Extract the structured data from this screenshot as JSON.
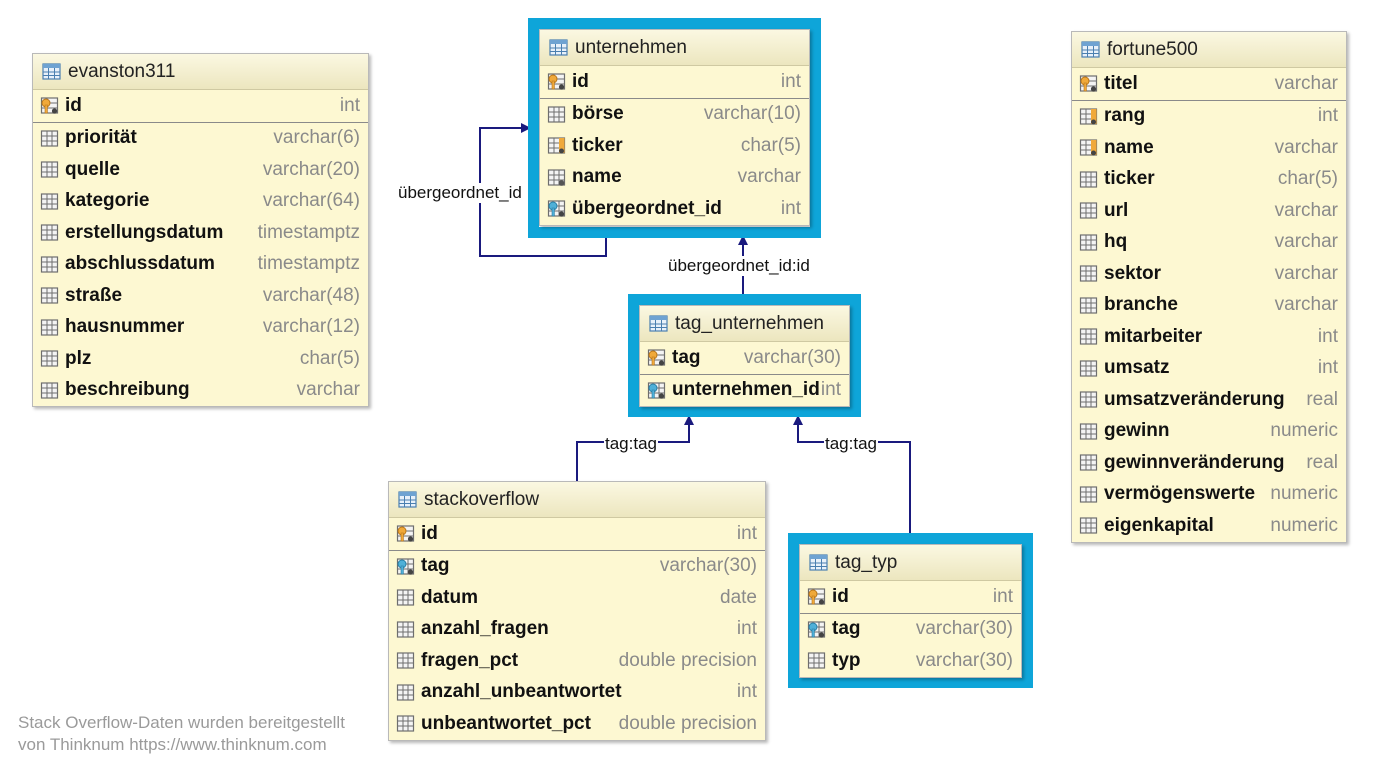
{
  "tables": {
    "evanston311": {
      "title": "evanston311",
      "highlighted": false,
      "columns": [
        {
          "name": "id",
          "type": "int",
          "icon": "primary-key-icon",
          "separator": true
        },
        {
          "name": "priorität",
          "type": "varchar(6)",
          "icon": "column-icon"
        },
        {
          "name": "quelle",
          "type": "varchar(20)",
          "icon": "column-icon"
        },
        {
          "name": "kategorie",
          "type": "varchar(64)",
          "icon": "column-icon"
        },
        {
          "name": "erstellungsdatum",
          "type": "timestamptz",
          "icon": "column-icon"
        },
        {
          "name": "abschlussdatum",
          "type": "timestamptz",
          "icon": "column-icon"
        },
        {
          "name": "straße",
          "type": "varchar(48)",
          "icon": "column-icon"
        },
        {
          "name": "hausnummer",
          "type": "varchar(12)",
          "icon": "column-icon"
        },
        {
          "name": "plz",
          "type": "char(5)",
          "icon": "column-icon"
        },
        {
          "name": "beschreibung",
          "type": "varchar",
          "icon": "column-icon"
        }
      ]
    },
    "unternehmen": {
      "title": "unternehmen",
      "highlighted": true,
      "columns": [
        {
          "name": "id",
          "type": "int",
          "icon": "primary-key-icon",
          "separator": true
        },
        {
          "name": "börse",
          "type": "varchar(10)",
          "icon": "column-icon"
        },
        {
          "name": "ticker",
          "type": "char(5)",
          "icon": "unique-column-icon"
        },
        {
          "name": "name",
          "type": "varchar",
          "icon": "not-null-column-icon"
        },
        {
          "name": "übergeordnet_id",
          "type": "int",
          "icon": "foreign-key-icon"
        }
      ]
    },
    "tag_unternehmen": {
      "title": "tag_unternehmen",
      "highlighted": true,
      "columns": [
        {
          "name": "tag",
          "type": "varchar(30)",
          "icon": "primary-key-icon",
          "separator": true
        },
        {
          "name": "unternehmen_id",
          "type": "int",
          "icon": "foreign-key-icon"
        }
      ]
    },
    "stackoverflow": {
      "title": "stackoverflow",
      "highlighted": false,
      "columns": [
        {
          "name": "id",
          "type": "int",
          "icon": "primary-key-icon",
          "separator": true
        },
        {
          "name": "tag",
          "type": "varchar(30)",
          "icon": "foreign-key-icon"
        },
        {
          "name": "datum",
          "type": "date",
          "icon": "column-icon"
        },
        {
          "name": "anzahl_fragen",
          "type": "int",
          "icon": "column-icon"
        },
        {
          "name": "fragen_pct",
          "type": "double precision",
          "icon": "column-icon"
        },
        {
          "name": "anzahl_unbeantwortet",
          "type": "int",
          "icon": "column-icon"
        },
        {
          "name": "unbeantwortet_pct",
          "type": "double precision",
          "icon": "column-icon"
        }
      ]
    },
    "tag_typ": {
      "title": "tag_typ",
      "highlighted": true,
      "columns": [
        {
          "name": "id",
          "type": "int",
          "icon": "primary-key-icon",
          "separator": true
        },
        {
          "name": "tag",
          "type": "varchar(30)",
          "icon": "foreign-key-icon"
        },
        {
          "name": "typ",
          "type": "varchar(30)",
          "icon": "column-icon"
        }
      ]
    },
    "fortune500": {
      "title": "fortune500",
      "highlighted": false,
      "columns": [
        {
          "name": "titel",
          "type": "varchar",
          "icon": "primary-key-icon",
          "separator": true
        },
        {
          "name": "rang",
          "type": "int",
          "icon": "unique-column-icon"
        },
        {
          "name": "name",
          "type": "varchar",
          "icon": "unique-column-icon"
        },
        {
          "name": "ticker",
          "type": "char(5)",
          "icon": "column-icon"
        },
        {
          "name": "url",
          "type": "varchar",
          "icon": "column-icon"
        },
        {
          "name": "hq",
          "type": "varchar",
          "icon": "column-icon"
        },
        {
          "name": "sektor",
          "type": "varchar",
          "icon": "column-icon"
        },
        {
          "name": "branche",
          "type": "varchar",
          "icon": "column-icon"
        },
        {
          "name": "mitarbeiter",
          "type": "int",
          "icon": "column-icon"
        },
        {
          "name": "umsatz",
          "type": "int",
          "icon": "column-icon"
        },
        {
          "name": "umsatzveränderung",
          "type": "real",
          "icon": "column-icon"
        },
        {
          "name": "gewinn",
          "type": "numeric",
          "icon": "column-icon"
        },
        {
          "name": "gewinnveränderung",
          "type": "real",
          "icon": "column-icon"
        },
        {
          "name": "vermögenswerte",
          "type": "numeric",
          "icon": "column-icon"
        },
        {
          "name": "eigenkapital",
          "type": "numeric",
          "icon": "column-icon"
        }
      ]
    }
  },
  "relationships": [
    {
      "from": "unternehmen",
      "to": "unternehmen",
      "label": "übergeordnet_id"
    },
    {
      "from": "tag_unternehmen",
      "to": "unternehmen",
      "label": "übergeordnet_id:id"
    },
    {
      "from": "stackoverflow",
      "to": "tag_unternehmen",
      "label": "tag:tag"
    },
    {
      "from": "tag_typ",
      "to": "tag_unternehmen",
      "label": "tag:tag"
    }
  ],
  "credit": {
    "line1": "Stack Overflow-Daten wurden bereitgestellt",
    "line2": "von Thinknum https://www.thinknum.com"
  },
  "colors": {
    "highlight_border": "#0ea5d9",
    "table_fill": "#fdf8d2",
    "edge": "#1a1a7e"
  }
}
